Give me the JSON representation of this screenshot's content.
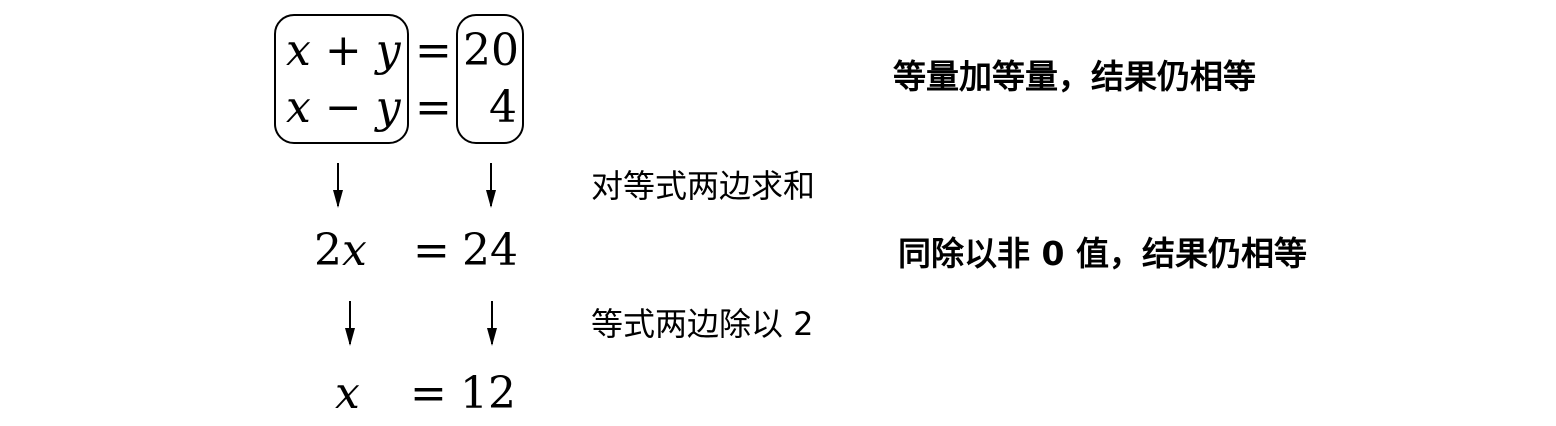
{
  "equations": {
    "eq1": {
      "left_a": "x",
      "op": "+",
      "left_b": "y",
      "eq": "=",
      "right": "20"
    },
    "eq2": {
      "left_a": "x",
      "op": "−",
      "left_b": "y",
      "eq": "=",
      "right": "4"
    },
    "step1": {
      "coef": "2",
      "var": "x",
      "eq": "=",
      "right": "24"
    },
    "step2": {
      "var": "x",
      "eq": "=",
      "right": "12"
    }
  },
  "notes": {
    "step1": "对等式两边求和",
    "step2": "等式两边除以 2"
  },
  "rules": {
    "rule1": "等量加等量，结果仍相等",
    "rule2": "同除以非 0 值，结果仍相等"
  }
}
